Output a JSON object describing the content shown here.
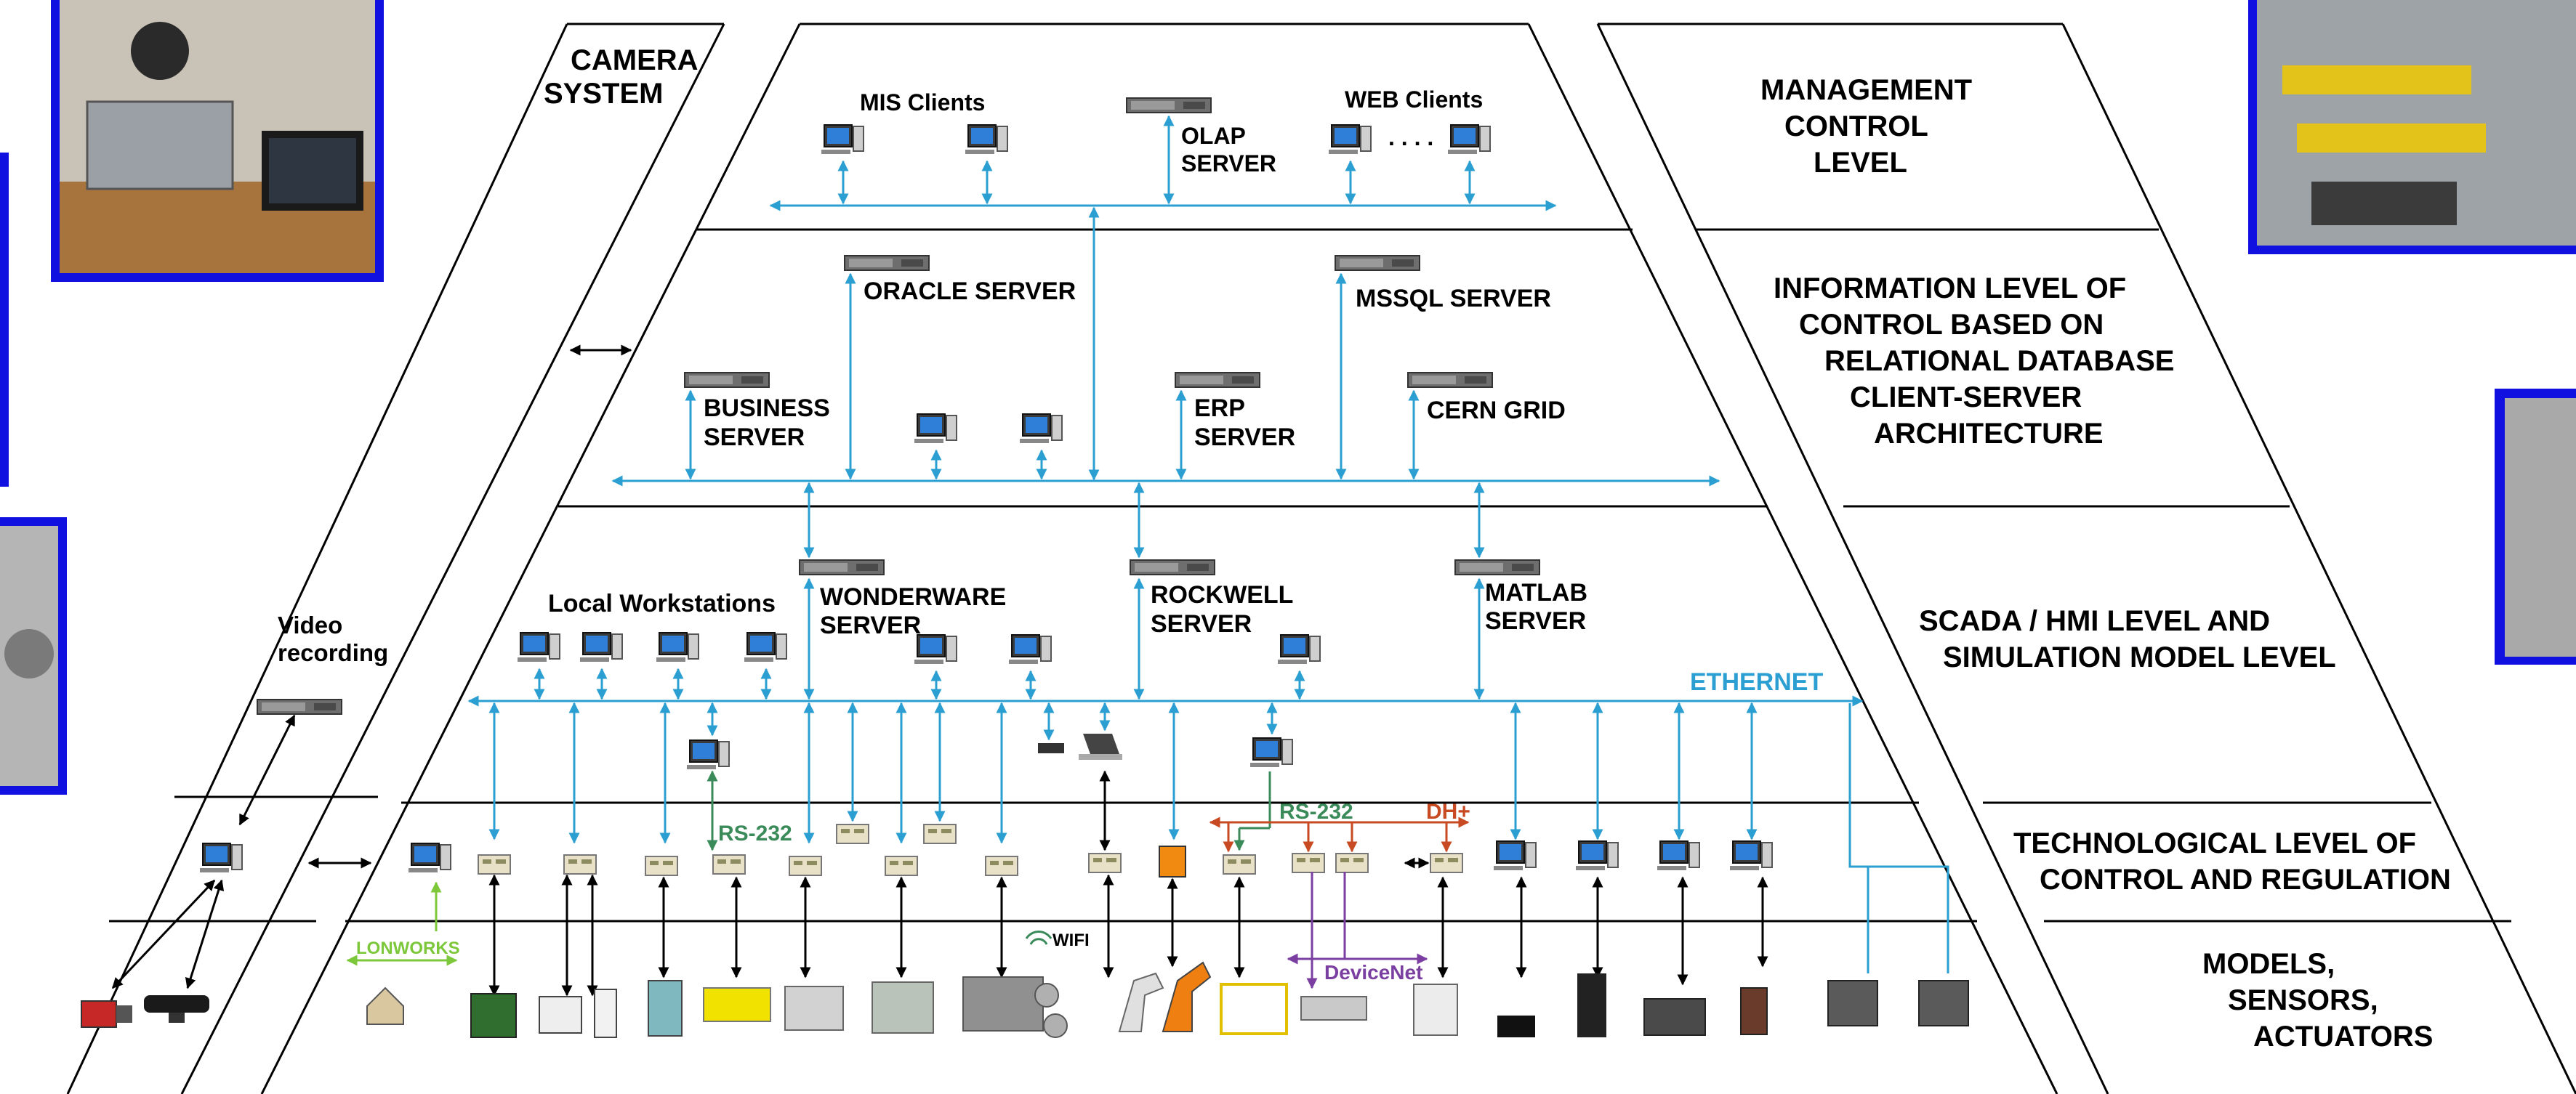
{
  "colors": {
    "network": "#2c9fd2",
    "rs232_green": "#3a8a5a",
    "lonworks": "#7cc83a",
    "devicenet": "#7a3fa0",
    "dh_plus": "#c84a22",
    "photo_border": "#1010e0"
  },
  "camera_system": {
    "title_line1": "CAMERA",
    "title_line2": "SYSTEM",
    "video_line1": "Video",
    "video_line2": "recording"
  },
  "management": {
    "mis_clients": "MIS Clients",
    "olap_line1": "OLAP",
    "olap_line2": "SERVER",
    "web_clients": "WEB Clients",
    "ellipsis": ". . . ."
  },
  "information": {
    "oracle": "ORACLE SERVER",
    "mssql": "MSSQL SERVER",
    "business_line1": "BUSINESS",
    "business_line2": "SERVER",
    "erp_line1": "ERP",
    "erp_line2": "SERVER",
    "cern": "CERN GRID"
  },
  "scada": {
    "local_workstations": "Local Workstations",
    "wonderware_line1": "WONDERWARE",
    "wonderware_line2": "SERVER",
    "rockwell_line1": "ROCKWELL",
    "rockwell_line2": "SERVER",
    "matlab_line1": "MATLAB",
    "matlab_line2": "SERVER",
    "ethernet": "ETHERNET"
  },
  "technological": {
    "rs232_left": "RS-232",
    "rs232_right": "RS-232",
    "dh_plus": "DH+"
  },
  "models": {
    "lonworks": "LONWORKS",
    "wifi": "WIFI",
    "devicenet": "DeviceNet"
  },
  "levels": {
    "management_line1": "MANAGEMENT",
    "management_line2": "CONTROL",
    "management_line3": "LEVEL",
    "information_line1": "INFORMATION LEVEL OF",
    "information_line2": "CONTROL BASED ON",
    "information_line3": "RELATIONAL DATABASE",
    "information_line4": "CLIENT-SERVER",
    "information_line5": "ARCHITECTURE",
    "scada_line1": "SCADA / HMI LEVEL AND",
    "scada_line2": "SIMULATION MODEL LEVEL",
    "tech_line1": "TECHNOLOGICAL LEVEL OF",
    "tech_line2": "CONTROL AND REGULATION",
    "models_line1": "MODELS,",
    "models_line2": "SENSORS,",
    "models_line3": "ACTUATORS"
  }
}
